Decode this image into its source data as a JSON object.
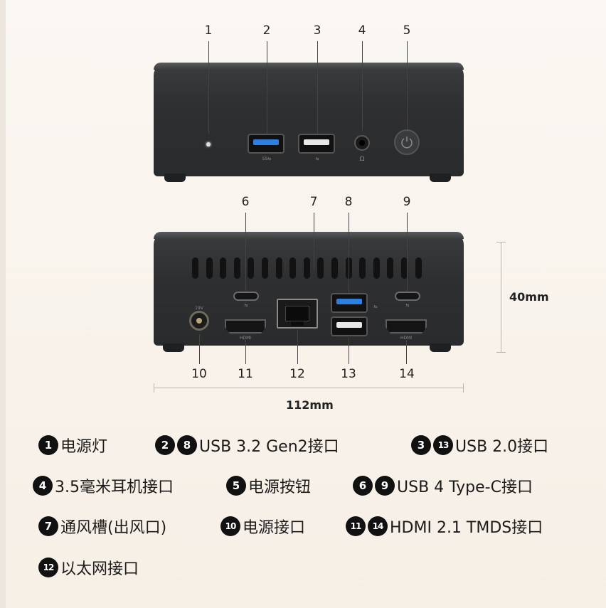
{
  "callouts_front": [
    "1",
    "2",
    "3",
    "4",
    "5"
  ],
  "callouts_back_top": [
    "6",
    "7",
    "8",
    "9"
  ],
  "callouts_back_bottom": [
    "10",
    "11",
    "12",
    "13",
    "14"
  ],
  "dimensions": {
    "height": "40mm",
    "width": "112mm"
  },
  "legend": [
    {
      "badges": [
        "1"
      ],
      "text": "电源灯"
    },
    {
      "badges": [
        "2",
        "8"
      ],
      "text": "USB 3.2 Gen2接口"
    },
    {
      "badges": [
        "3",
        "13"
      ],
      "text": "USB 2.0接口"
    },
    {
      "badges": [
        "4"
      ],
      "text": "3.5毫米耳机接口"
    },
    {
      "badges": [
        "5"
      ],
      "text": "电源按钮"
    },
    {
      "badges": [
        "6",
        "9"
      ],
      "text": "USB 4 Type-C接口"
    },
    {
      "badges": [
        "7"
      ],
      "text": "通风槽(出风口)"
    },
    {
      "badges": [
        "10"
      ],
      "text": "电源接口"
    },
    {
      "badges": [
        "11",
        "14"
      ],
      "text": "HDMI 2.1 TMDS接口"
    },
    {
      "badges": [
        "12"
      ],
      "text": "以太网接口"
    }
  ],
  "colors": {
    "usb3_blue": "#2f7fe0",
    "device": "#2e2f31",
    "background": "#f8f2ea"
  },
  "icons": [
    "usb-icon",
    "headphone-icon",
    "power-icon"
  ]
}
